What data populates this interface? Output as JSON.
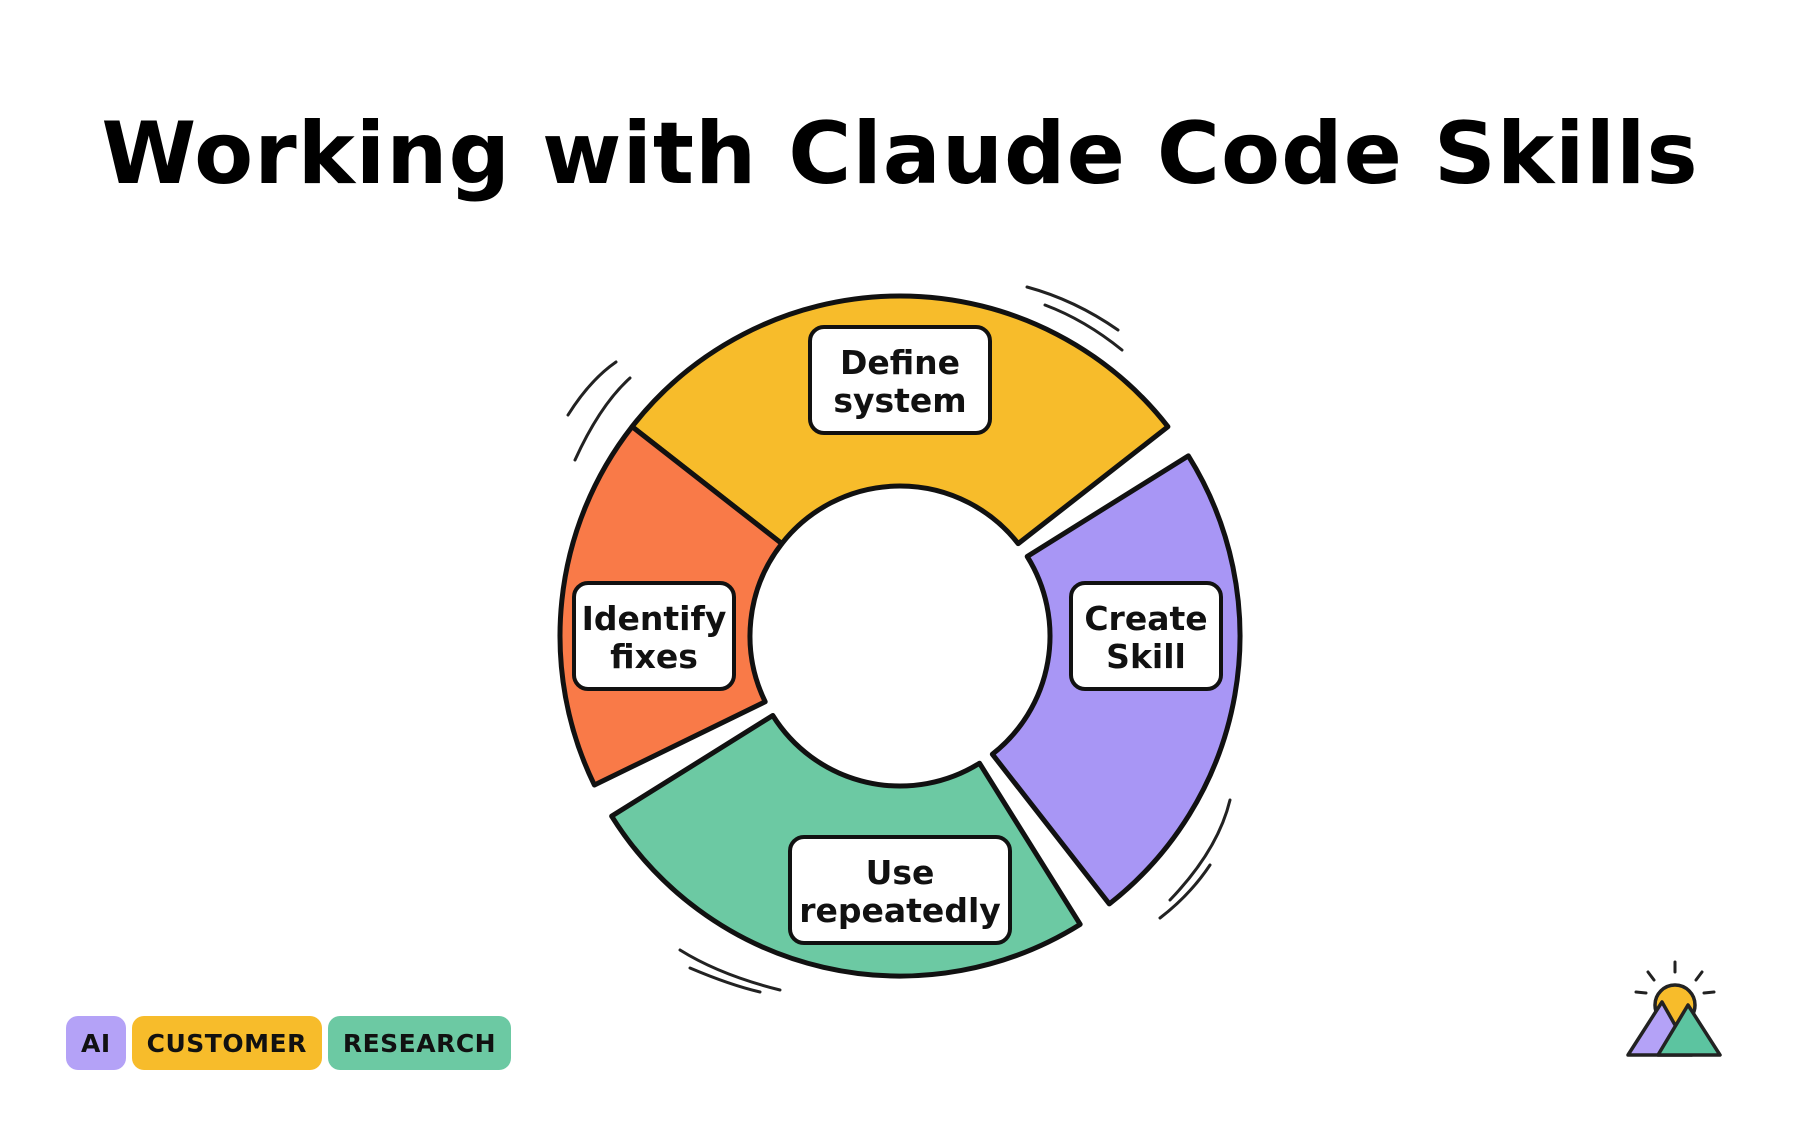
{
  "page": {
    "title": "Working with Claude Code Skills"
  },
  "cycle": {
    "steps": [
      {
        "id": "define",
        "lines": [
          "Define",
          "system"
        ],
        "color": "#F7BC2B"
      },
      {
        "id": "create",
        "lines": [
          "Create",
          "Skill"
        ],
        "color": "#A896F5"
      },
      {
        "id": "use",
        "lines": [
          "Use",
          "repeatedly"
        ],
        "color": "#6CC9A3"
      },
      {
        "id": "identify",
        "lines": [
          "Identify",
          "fixes"
        ],
        "color": "#F97A48"
      }
    ]
  },
  "tags": [
    {
      "label": "AI",
      "color": "#B4A2F7"
    },
    {
      "label": "CUSTOMER",
      "color": "#F7BC2B"
    },
    {
      "label": "RESEARCH",
      "color": "#6CC9A3"
    }
  ],
  "logo": {
    "icon": "mountain-sun-icon",
    "sun_color": "#F7BC2B",
    "left_peak_color": "#B4A2F7",
    "right_peak_color": "#5CC4A0"
  }
}
